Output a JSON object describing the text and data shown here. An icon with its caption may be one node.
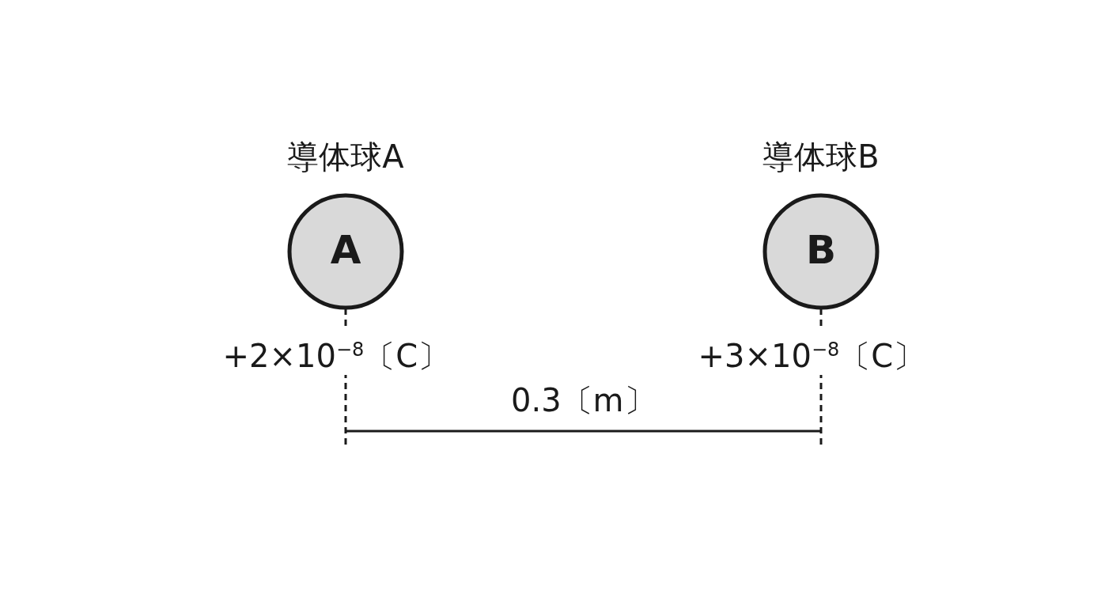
{
  "diagram": {
    "nodes": [
      {
        "text": [
          "導体球A",
          "A"
        ],
        "beside": [
          "+2×10$^{−8}$〔C〕"
        ]
      },
      {
        "text": [
          "導体球B",
          "B"
        ],
        "beside": [
          "+3×10$^{−8}$〔C〕"
        ]
      }
    ],
    "edges": [],
    "labels": [
      "0.3〔m〕"
    ]
  }
}
